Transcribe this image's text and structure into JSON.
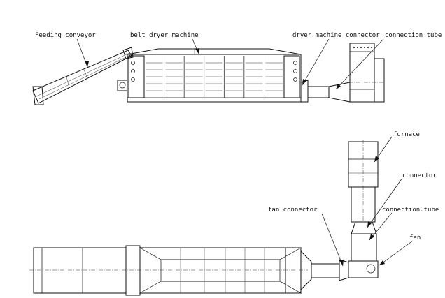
{
  "labels": {
    "feeding_conveyor": "Feeding conveyor",
    "belt_dryer_machine": "belt dryer machine",
    "dryer_machine_connector": "dryer machine connector",
    "connection_tube_top": "connection tube",
    "furnace": "furnace",
    "connector": "connector",
    "fan_connector": "fan connector",
    "connection_tube_bottom": "connection.tube",
    "fan": "fan"
  }
}
